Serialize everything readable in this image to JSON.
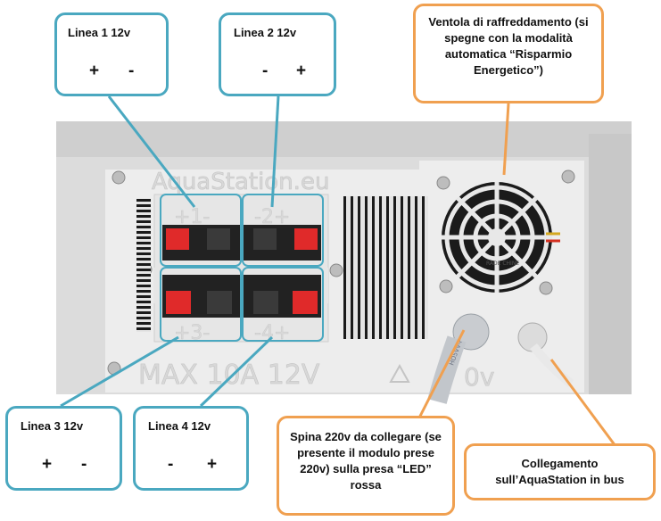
{
  "image": {
    "device_label": "AquaStation.eu",
    "rating_label": "MAX 10A 12V",
    "voltage_fragment": "0v",
    "terminal_labels": [
      "+1-",
      "-2+",
      "+3-",
      "-4+"
    ],
    "fan_sticker": "RADE CHINE"
  },
  "callouts": {
    "linea1": {
      "title": "Linea 1 12v",
      "polarity_left": "+",
      "polarity_right": "-"
    },
    "linea2": {
      "title": "Linea 2 12v",
      "polarity_left": "-",
      "polarity_right": "+"
    },
    "linea3": {
      "title": "Linea 3 12v",
      "polarity_left": "+",
      "polarity_right": "-"
    },
    "linea4": {
      "title": "Linea 4 12v",
      "polarity_left": "-",
      "polarity_right": "+"
    },
    "fan": {
      "text": "Ventola di raffreddamento (si spegne con la modalità automatica “Risparmio Energetico”)"
    },
    "plug": {
      "text": "Spina 220v da collegare (se presente il modulo prese 220v) sulla presa “LED” rossa"
    },
    "bus": {
      "text": "Collegamento sull’AquaStation in bus"
    }
  },
  "colors": {
    "blue_callout": "#4aa8c0",
    "orange_callout": "#f0a050",
    "terminal_red": "#e02a2a",
    "terminal_black": "#222222",
    "housing": "#e9e9e9"
  }
}
